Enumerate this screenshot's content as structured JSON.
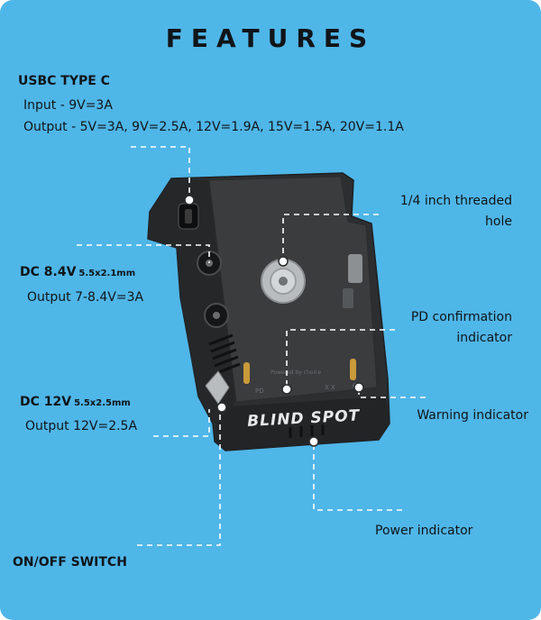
{
  "title": "FEATURES",
  "usbc": {
    "heading": "USBC TYPE C",
    "input": "Input - 9V=3A",
    "output": "Output - 5V=3A, 9V=2.5A, 12V=1.9A, 15V=1.5A, 20V=1.1A"
  },
  "dc84": {
    "heading": "DC 8.4V",
    "size": "5.5x2.1mm",
    "output": "Output 7-8.4V=3A"
  },
  "dc12": {
    "heading": "DC 12V",
    "size": "5.5x2.5mm",
    "output": "Output 12V=2.5A"
  },
  "switch": {
    "label": "ON/OFF SWITCH"
  },
  "threaded": {
    "line1": "1/4 inch threaded",
    "line2": "hole"
  },
  "pd": {
    "line1": "PD confirmation",
    "line2": "indicator"
  },
  "warning": {
    "label": "Warning indicator"
  },
  "power": {
    "label": "Power indicator"
  },
  "device": {
    "brand": "BLIND SPOT",
    "small_top": "Powered by choice",
    "small_pd": "PD",
    "small_x": "X X"
  },
  "colors": {
    "background": "#4fb6e8",
    "device_body": "#2f3133",
    "plate": "#3c3e40",
    "callout_line": "#ffffff",
    "text": "#101418"
  }
}
